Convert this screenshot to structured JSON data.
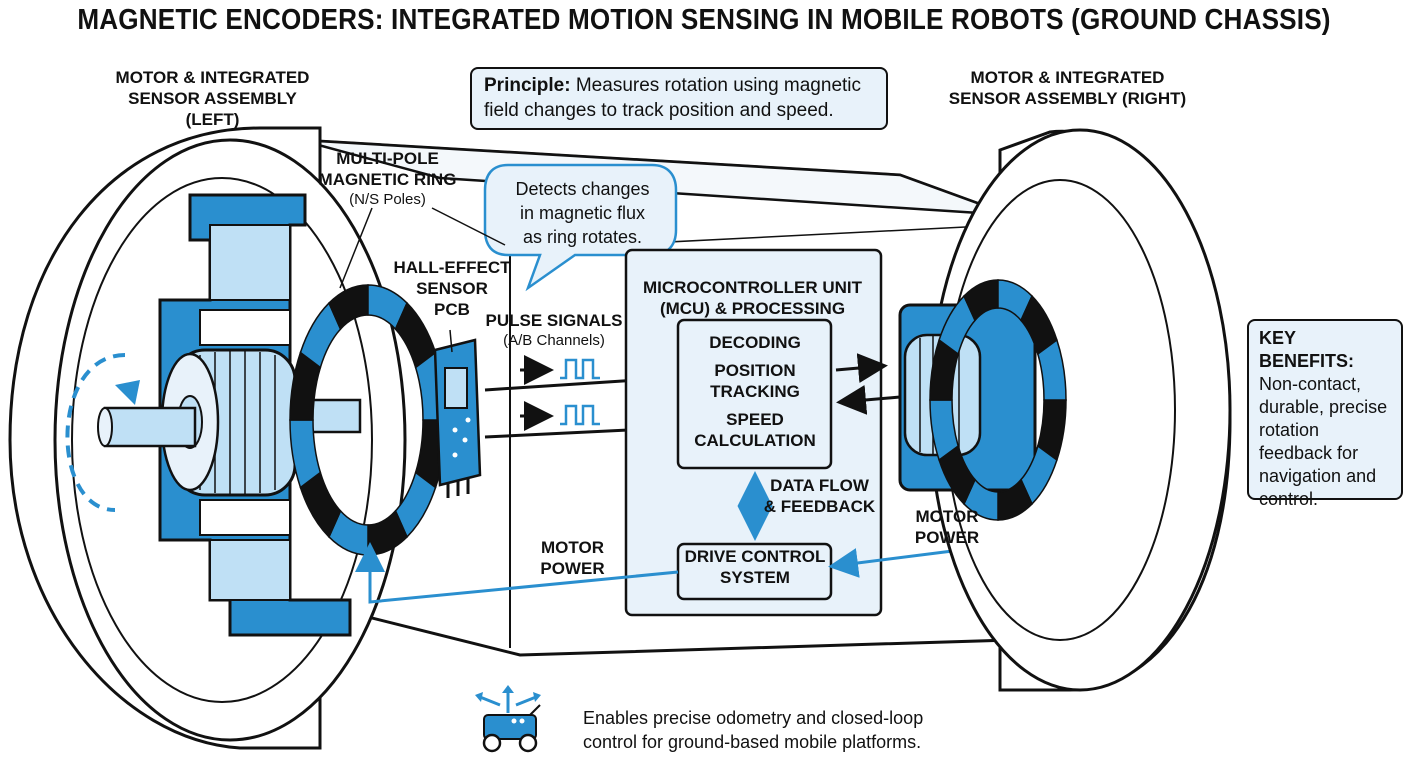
{
  "title": "MAGNETIC ENCODERS: INTEGRATED MOTION SENSING IN MOBILE ROBOTS (GROUND CHASSIS)",
  "labels": {
    "motor_left_line1": "MOTOR & INTEGRATED",
    "motor_left_line2": "SENSOR ASSEMBLY (LEFT)",
    "motor_right_line1": "MOTOR & INTEGRATED",
    "motor_right_line2": "SENSOR ASSEMBLY (RIGHT)",
    "ring_line1": "MULTI-POLE",
    "ring_line2": "MAGNETIC RING",
    "ring_sub": "(N/S Poles)",
    "hall_line1": "HALL-EFFECT",
    "hall_line2": "SENSOR",
    "hall_line3": "PCB",
    "pulse_line1": "PULSE SIGNALS",
    "pulse_sub": "(A/B Channels)",
    "mcu_line1": "MICROCONTROLLER UNIT",
    "mcu_line2": "(MCU) & PROCESSING",
    "decoding": "DECODING",
    "position_line1": "POSITION",
    "position_line2": "TRACKING",
    "speed_line1": "SPEED",
    "speed_line2": "CALCULATION",
    "dataflow_line1": "DATA FLOW",
    "dataflow_line2": "& FEEDBACK",
    "drive_line1": "DRIVE CONTROL",
    "drive_line2": "SYSTEM",
    "motor_power_left_line1": "MOTOR",
    "motor_power_left_line2": "POWER",
    "motor_power_right_line1": "MOTOR",
    "motor_power_right_line2": "POWER"
  },
  "principle": {
    "heading": "Principle:",
    "text": "Measures rotation using magnetic field changes to track position and speed."
  },
  "callout": {
    "line1": "Detects changes",
    "line2": "in magnetic flux",
    "line3": "as ring rotates."
  },
  "benefits": {
    "heading": "KEY BENEFITS:",
    "text": "Non-contact, durable, precise rotation feedback for navigation and control."
  },
  "footer": {
    "line1": "Enables precise odometry and closed-loop",
    "line2": "control for ground-based mobile platforms."
  },
  "colors": {
    "accent": "#2a8fcf",
    "light_blue": "#bfe0f5",
    "pale_blue": "#e8f2fa",
    "mid_blue": "#5aa9dc",
    "outline": "#111111"
  }
}
